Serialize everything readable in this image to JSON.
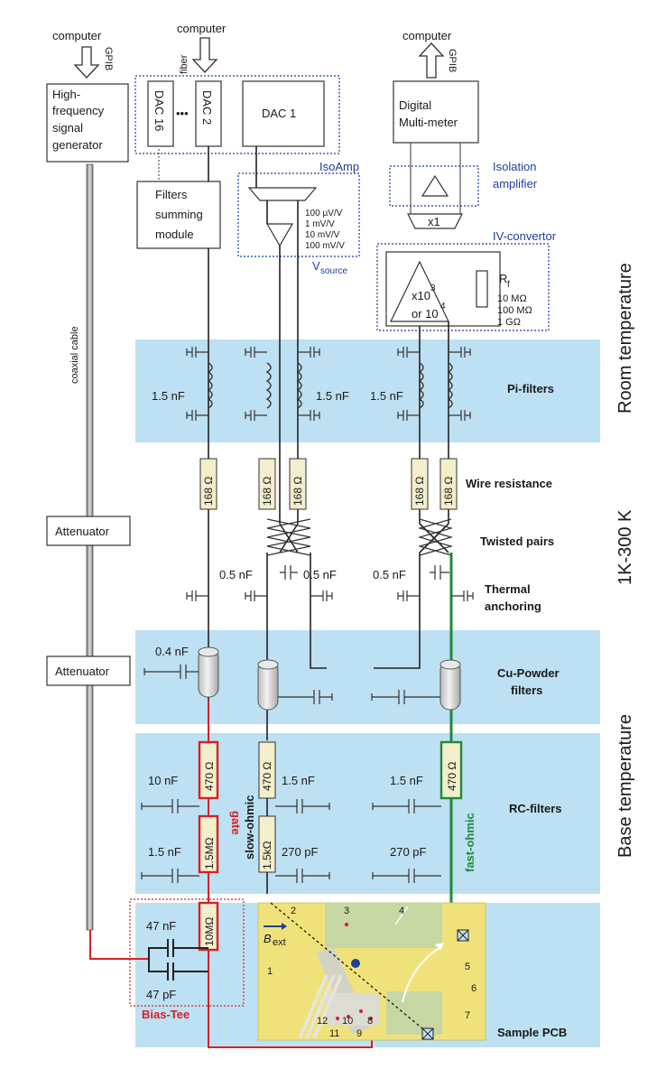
{
  "top": {
    "computer_1": "computer",
    "gpib_1": "GPIB",
    "computer_2": "computer",
    "fiber": "fiber",
    "computer_3": "computer",
    "gpib_3": "GPIB"
  },
  "instruments": {
    "hf_gen": [
      "High-",
      "frequency",
      "signal",
      "generator"
    ],
    "dac16": "DAC 16",
    "dots": "•••",
    "dac2": "DAC 2",
    "dac1": "DAC 1",
    "filters_module": [
      "Filters",
      "summing",
      "module"
    ],
    "isoamp": "IsoAmp",
    "vsource_gains": [
      "100 µV/V",
      "1 mV/V",
      "10 mV/V",
      "100 mV/V"
    ],
    "vsource_v": "V",
    "vsource_sub": "source",
    "dmm": [
      "Digital",
      "Multi-meter"
    ],
    "isolation": [
      "Isolation",
      "amplifier"
    ],
    "x1": "x1",
    "iv_convertor": "IV-convertor",
    "gain_a": "x10",
    "gain_a_exp": "3",
    "gain_b": "or 10",
    "gain_b_exp": "4",
    "rf_r": "R",
    "rf_sub": "f",
    "rf_values": [
      "10 MΩ",
      "100 MΩ",
      "1 GΩ"
    ]
  },
  "sections": {
    "coax": "coaxial cable",
    "attenuator": "Attenuator",
    "pi": "Pi-filters",
    "wire_res": "Wire resistance",
    "twisted": "Twisted pairs",
    "thermal": [
      "Thermal",
      "anchoring"
    ],
    "cu_powder": [
      "Cu-Powder",
      "filters"
    ],
    "rc": "RC-filters",
    "sample": "Sample PCB",
    "bias_tee": "Bias-Tee",
    "room": "Room temperature",
    "range": "1K-300 K",
    "base": "Base temperature"
  },
  "values": {
    "pi_cap": "1.5 nF",
    "wire_r": "168 Ω",
    "thermal_cap": "0.5 nF",
    "cu_cap": "0.4 nF",
    "r470": "470 Ω",
    "r15m": "1.5MΩ",
    "r15k": "1.5kΩ",
    "r10m": "10MΩ",
    "c10n": "10 nF",
    "c15n": "1.5 nF",
    "c270p": "270 pF",
    "c47n": "47 nF",
    "c47p": "47 pF",
    "gate": "gate",
    "slow": "slow-ohmic",
    "fast": "fast-ohmic"
  },
  "pcb": {
    "bext_b": "B",
    "bext_sub": "ext",
    "labels": [
      "1",
      "2",
      "3",
      "4",
      "5",
      "6",
      "7",
      "8",
      "9",
      "10",
      "11",
      "12"
    ]
  },
  "colors": {
    "band": "#bde0f2",
    "gate": "#d62028",
    "fast": "#1f8a3a",
    "blue": "#1f3f9a",
    "resistor_fill": "#f3eecb",
    "pcb": "#efe27a"
  }
}
